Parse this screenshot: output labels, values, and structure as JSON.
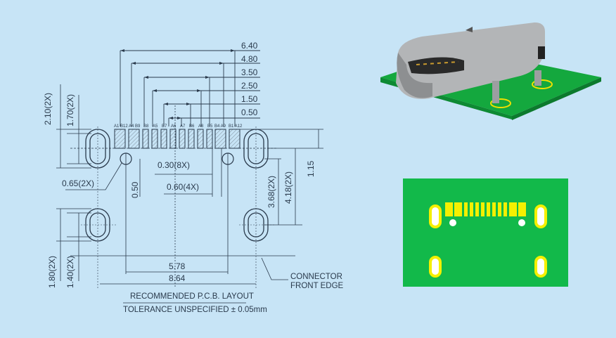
{
  "drawing": {
    "top_dims": [
      "6.40",
      "4.80",
      "3.50",
      "2.50",
      "1.50",
      "0.50"
    ],
    "pins": [
      "A1",
      "B12",
      "A4",
      "B9",
      "B8",
      "A5",
      "B7",
      "A6",
      "A7",
      "B6",
      "A8",
      "B5",
      "B4",
      "A9",
      "B1",
      "A12"
    ],
    "pin_groups": [
      "A1 B12",
      "A4 B9",
      "B8",
      "A5",
      "B7",
      "A6",
      "A7",
      "B6",
      "A8",
      "B5",
      "B4 A9",
      "B1 A12"
    ],
    "left_dims": {
      "outer_slot_h": "2.10(2X)",
      "inner_slot_h": "1.70(2X)",
      "hole_dia": "0.65(2X)",
      "rear_outer_h": "1.80(2X)",
      "rear_inner_h": "1.40(2X)"
    },
    "center_dims": {
      "hole_offset": "0.50",
      "narrow_pin_w": "0.30(8X)",
      "wide_pin_w": "0.60(4X)"
    },
    "right_dims": {
      "front_offset": "1.15",
      "inner_spacing": "3.68(2X)",
      "outer_spacing": "4.18(2X)"
    },
    "bottom_dims": {
      "hole_spacing": "5.78",
      "slot_spacing": "8.64"
    },
    "callout": [
      "CONNECTOR",
      "FRONT EDGE"
    ],
    "title": "RECOMMENDED  P.C.B. LAYOUT",
    "tolerance": "TOLERANCE UNSPECIFIED  ± 0.05mm"
  },
  "colors": {
    "background": "#c7e4f6",
    "line": "#2a3a4c",
    "pcb_green": "#12b94a",
    "pad_yellow": "#f4f000",
    "shell_gray": "#a9abad"
  }
}
